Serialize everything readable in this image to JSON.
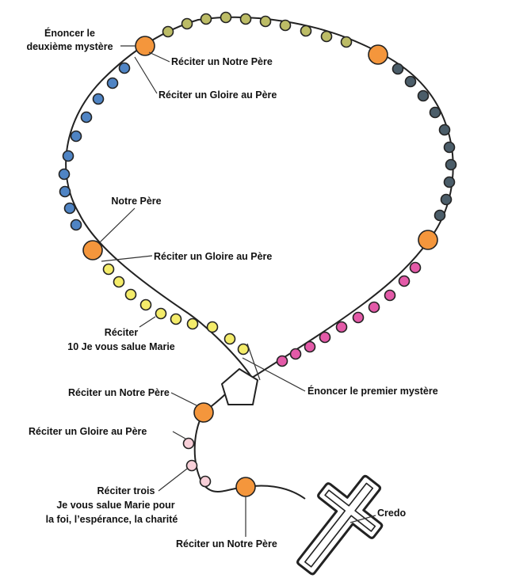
{
  "colors": {
    "decade_yellow": "#f4ec6a",
    "decade_blue": "#4f84c4",
    "decade_olive": "#bcbc66",
    "decade_slate": "#4b5d69",
    "decade_pink": "#e35aa8",
    "our_father_orange": "#f4963c",
    "small_pink": "#f8cfd8",
    "string": "#222222"
  },
  "labels": {
    "announce_second_mystery_line1": "Énoncer le",
    "announce_second_mystery_line2": "deuxième mystère",
    "recite_our_father_top": "Réciter un Notre Père",
    "recite_glory_be_top": "Réciter un Gloire au Père",
    "our_father_left": "Notre Père",
    "recite_glory_be_left": "Réciter un Gloire au Père",
    "recite_line1": "Réciter",
    "recite_line2": "10 Je vous salue Marie",
    "announce_first_mystery": "Énoncer le premier mystère",
    "recite_our_father_middle": "Réciter un Notre Père",
    "recite_glory_be_bottom": "Réciter un Gloire au Père",
    "recite_three_line1": "Réciter trois",
    "recite_three_line2": "Je vous salue Marie pour",
    "recite_three_line3": "la foi, l’espérance, la charité",
    "credo": "Credo",
    "recite_our_father_bottom": "Réciter un Notre Père"
  }
}
